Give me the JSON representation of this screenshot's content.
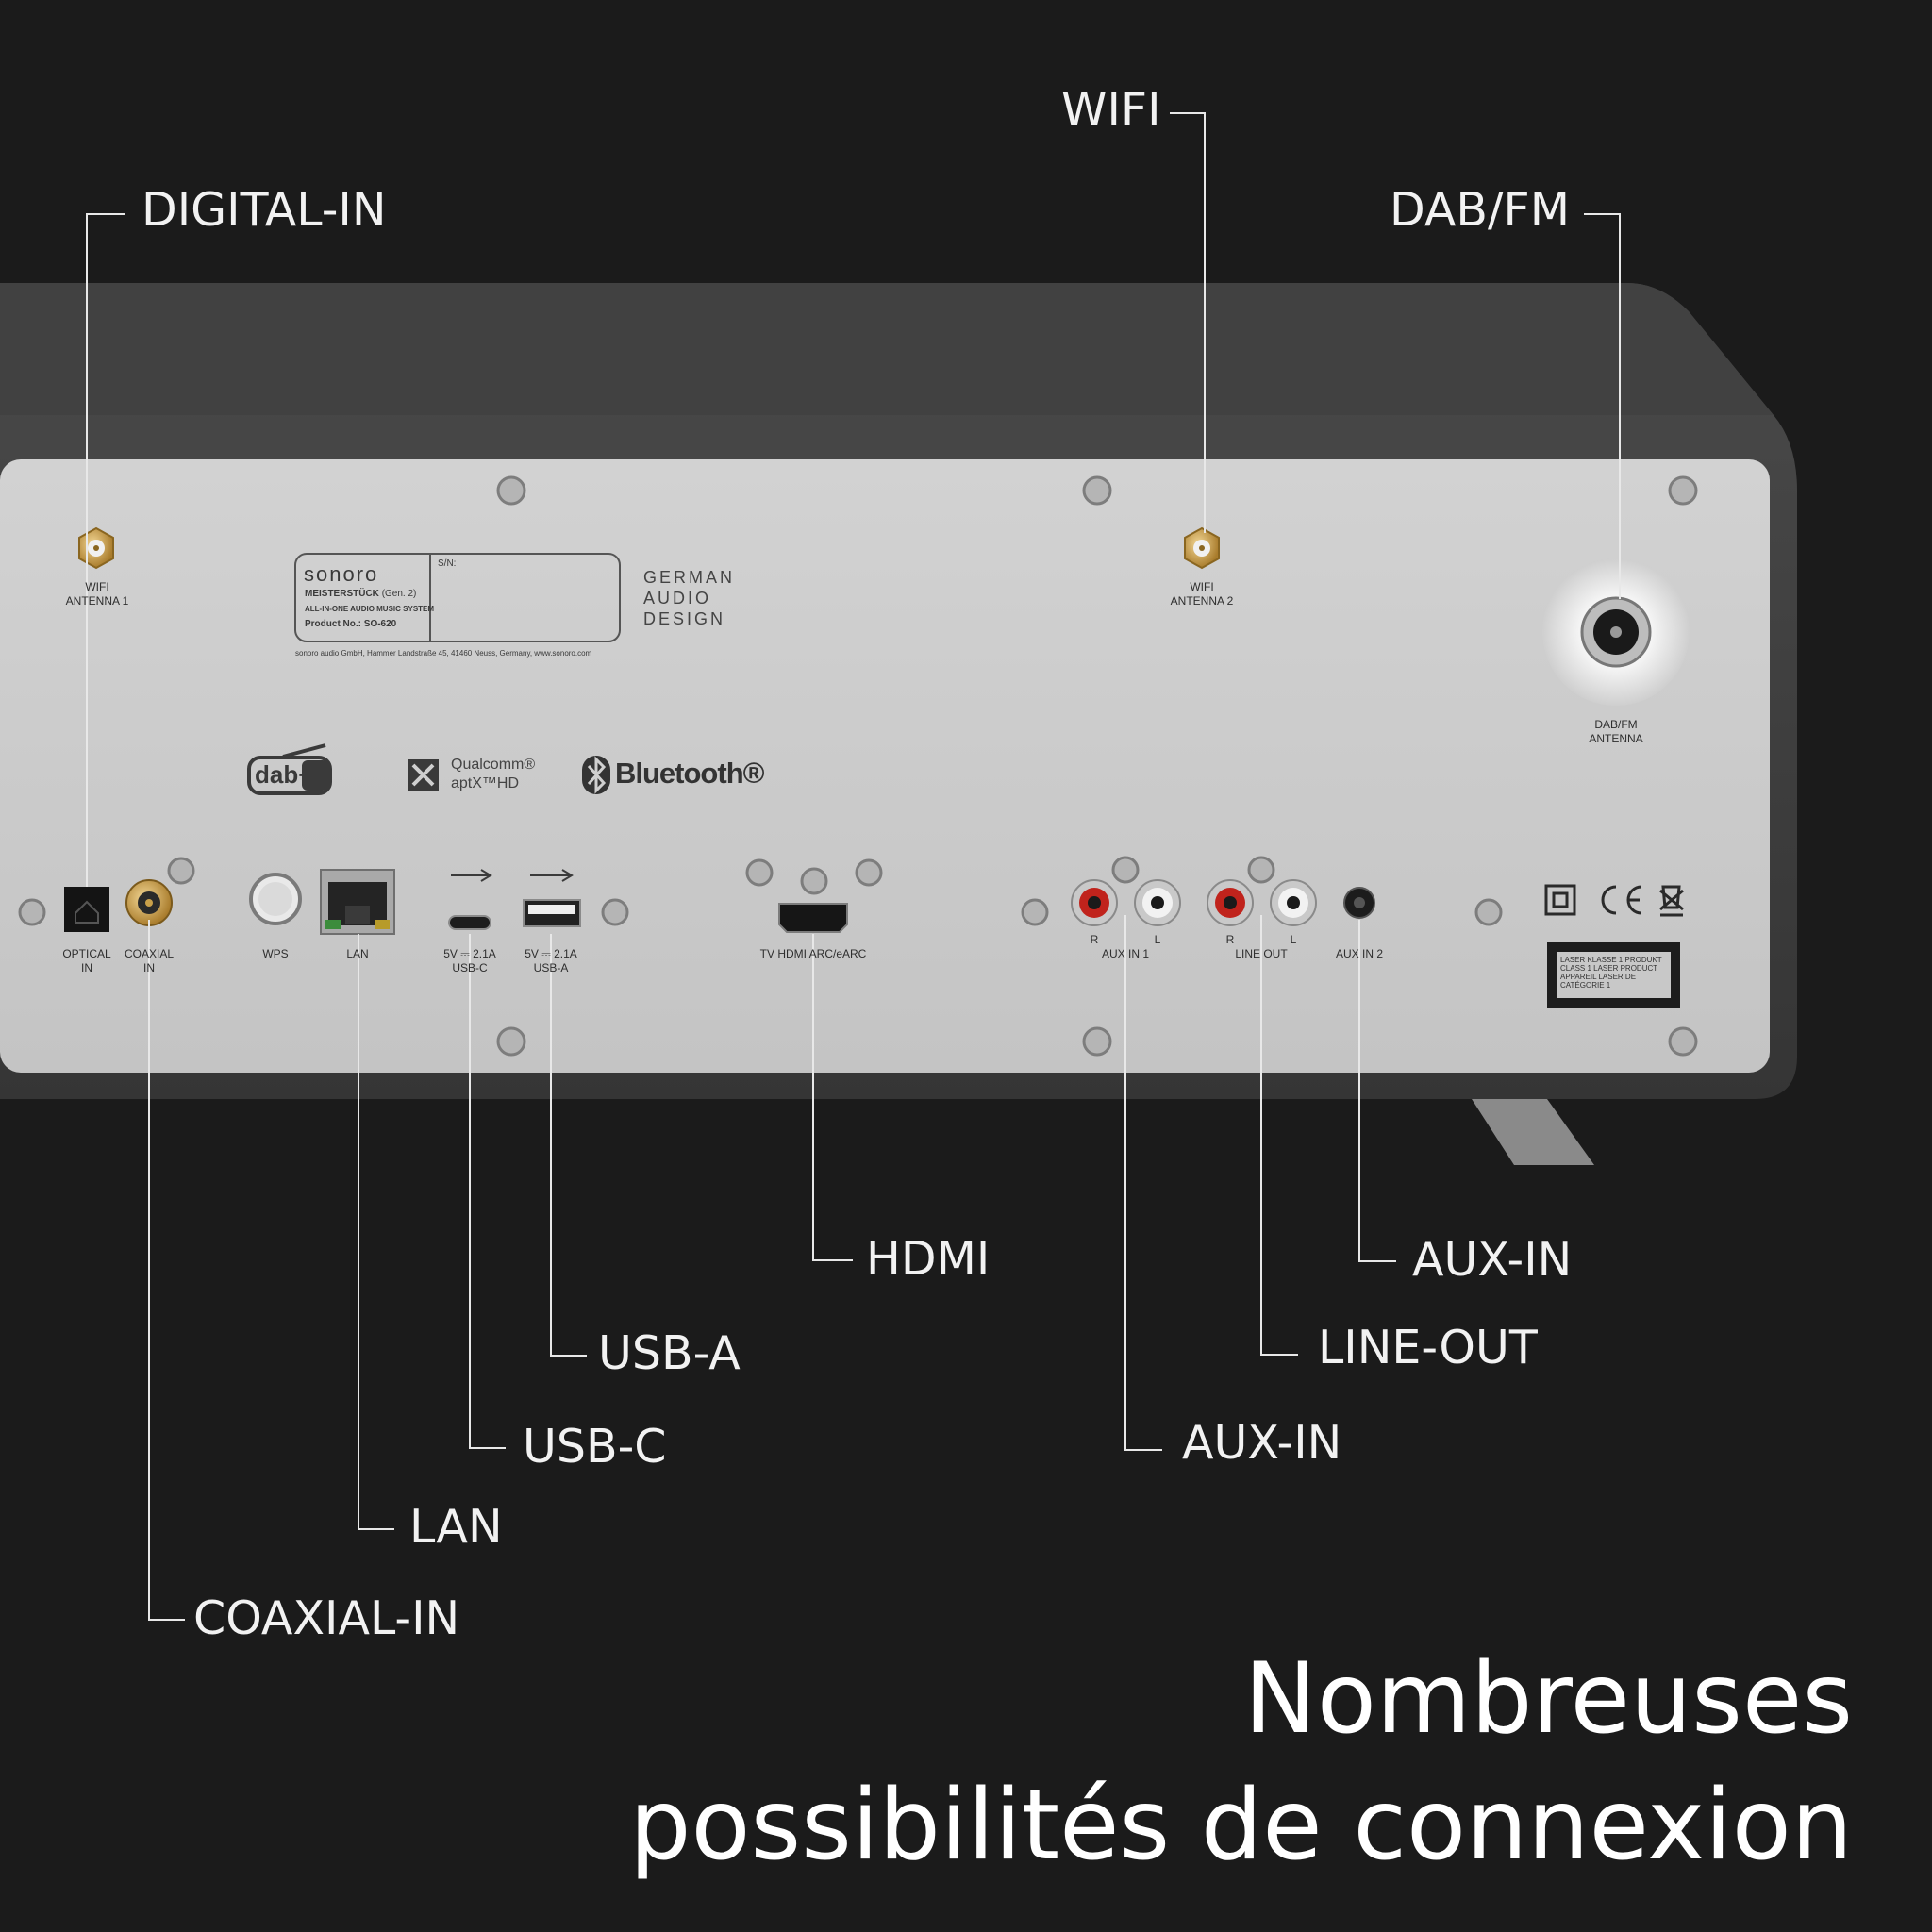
{
  "callouts": {
    "digital_in": "DIGITAL-IN",
    "wifi": "WIFI",
    "dab_fm": "DAB/FM",
    "hdmi": "HDMI",
    "aux_in_right": "AUX-IN",
    "line_out": "LINE-OUT",
    "usb_a": "USB-A",
    "usb_c": "USB-C",
    "aux_in": "AUX-IN",
    "lan": "LAN",
    "coaxial_in": "COAXIAL-IN"
  },
  "headline": {
    "line1": "Nombreuses",
    "line2": "possibilités de connexion"
  },
  "panel": {
    "wifi_antenna_1": [
      "WIFI",
      "ANTENNA 1"
    ],
    "wifi_antenna_2": [
      "WIFI",
      "ANTENNA 2"
    ],
    "dab_antenna": [
      "DAB/FM",
      "ANTENNA"
    ],
    "label_sticker": {
      "brand": "sonoro",
      "model": "MEISTERSTÜCK",
      "gen": "(Gen. 2)",
      "system": "ALL-IN-ONE AUDIO MUSIC SYSTEM",
      "product_no": "Product No.: SO-620",
      "sn": "S/N:",
      "address": "sonoro audio GmbH, Hammer Landstraße 45, 41460 Neuss, Germany, www.sonoro.com"
    },
    "design_text": [
      "GERMAN",
      "AUDIO",
      "DESIGN"
    ],
    "logos": {
      "dab": "dab+",
      "qualcomm_1": "Qualcomm®",
      "qualcomm_2": "aptX™HD",
      "bluetooth": "Bluetooth®"
    },
    "ports": {
      "optical": [
        "OPTICAL",
        "IN"
      ],
      "coaxial": [
        "COAXIAL",
        "IN"
      ],
      "wps": "WPS",
      "lan": "LAN",
      "usbc": [
        "5V ⎓ 2.1A",
        "USB-C"
      ],
      "usba": [
        "5V ⎓ 2.1A",
        "USB-A"
      ],
      "hdmi": "TV HDMI ARC/eARC",
      "aux1_r": "R",
      "aux1_l": "L",
      "aux1": "AUX IN 1",
      "lineout_r": "R",
      "lineout_l": "L",
      "lineout": "LINE OUT",
      "aux2": "AUX IN 2"
    },
    "laser_label": [
      "LASER KLASSE 1 PRODUKT",
      "CLASS 1 LASER PRODUCT",
      "APPAREIL LASER DE",
      "CATÉGORIE 1"
    ]
  },
  "colors": {
    "background": "#1b1b1b",
    "chassis": "#3c3c3c",
    "panel": "#c9c9c9",
    "rca_red": "#c0231c",
    "gold": "#c9a04a",
    "callout_line": "#e8e8e8"
  }
}
